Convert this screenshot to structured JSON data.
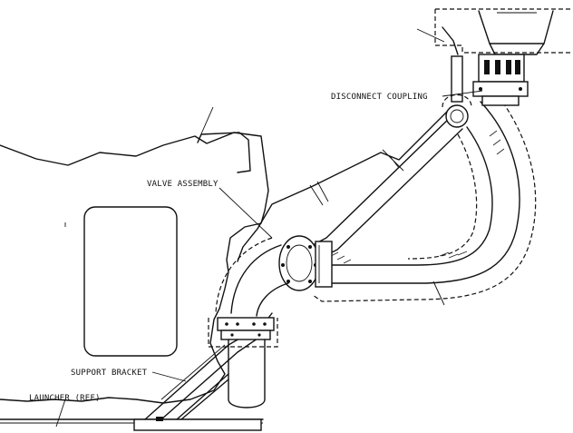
{
  "labels": {
    "disconnect_coupling": "DISCONNECT COUPLING",
    "valve_assembly": "VALVE ASSEMBLY",
    "support_bracket": "SUPPORT BRACKET",
    "launcher_ref": "LAUNCHER (REF)"
  }
}
